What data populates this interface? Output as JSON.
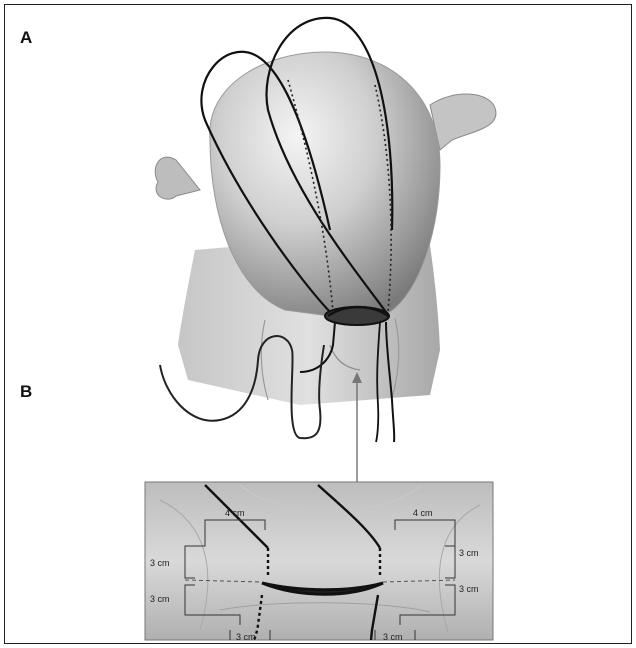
{
  "panels": {
    "a": {
      "label": "A"
    },
    "b": {
      "label": "B"
    }
  },
  "inset": {
    "left_top_width": "4 cm",
    "right_top_width": "4 cm",
    "left_upper_height": "3 cm",
    "left_lower_height": "3 cm",
    "right_upper_height": "3 cm",
    "right_lower_height": "3 cm",
    "left_bottom_width": "3 cm",
    "right_bottom_width": "3 cm"
  }
}
